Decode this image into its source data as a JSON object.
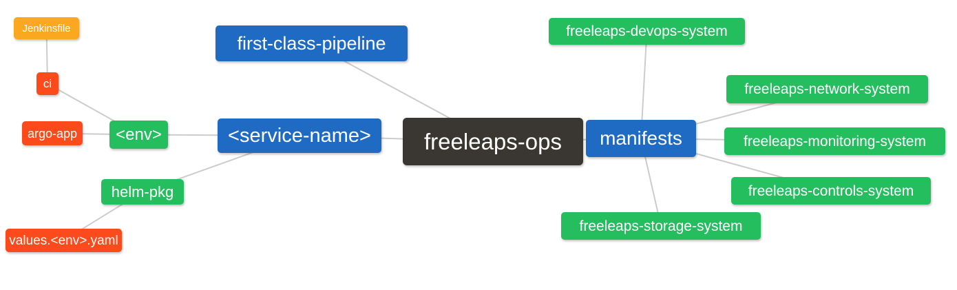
{
  "diagram": {
    "type": "mindmap",
    "root_label": "freeleaps-ops"
  },
  "colors": {
    "background": "#FFFFFF",
    "root": "#3A3631",
    "branch": "#1F6BC3",
    "leaf_green": "#25BE5F",
    "leaf_red": "#FB4A1C",
    "leaf_amber": "#FAA820",
    "edge": "#CCCCCC",
    "text": "#FFFFFF"
  },
  "nodes": [
    {
      "id": "jenkinsfile",
      "label": "Jenkinsfile",
      "role": "leaf-amber"
    },
    {
      "id": "ci",
      "label": "ci",
      "role": "leaf-red"
    },
    {
      "id": "argo-app",
      "label": "argo-app",
      "role": "leaf-red"
    },
    {
      "id": "env",
      "label": "<env>",
      "role": "leaf-green"
    },
    {
      "id": "helm-pkg",
      "label": "helm-pkg",
      "role": "leaf-green"
    },
    {
      "id": "values-env-yaml",
      "label": "values.<env>.yaml",
      "role": "leaf-red"
    },
    {
      "id": "first-class-pipeline",
      "label": "first-class-pipeline",
      "role": "branch"
    },
    {
      "id": "service-name",
      "label": "<service-name>",
      "role": "branch"
    },
    {
      "id": "freeleaps-ops",
      "label": "freeleaps-ops",
      "role": "root"
    },
    {
      "id": "manifests",
      "label": "manifests",
      "role": "branch"
    },
    {
      "id": "freeleaps-devops-system",
      "label": "freeleaps-devops-system",
      "role": "leaf-green"
    },
    {
      "id": "freeleaps-network-system",
      "label": "freeleaps-network-system",
      "role": "leaf-green"
    },
    {
      "id": "freeleaps-monitoring-system",
      "label": "freeleaps-monitoring-system",
      "role": "leaf-green"
    },
    {
      "id": "freeleaps-controls-system",
      "label": "freeleaps-controls-system",
      "role": "leaf-green"
    },
    {
      "id": "freeleaps-storage-system",
      "label": "freeleaps-storage-system",
      "role": "leaf-green"
    }
  ],
  "edges": [
    [
      "jenkinsfile",
      "ci"
    ],
    [
      "ci",
      "env"
    ],
    [
      "argo-app",
      "env"
    ],
    [
      "env",
      "service-name"
    ],
    [
      "helm-pkg",
      "service-name"
    ],
    [
      "values-env-yaml",
      "helm-pkg"
    ],
    [
      "first-class-pipeline",
      "freeleaps-ops"
    ],
    [
      "service-name",
      "freeleaps-ops"
    ],
    [
      "freeleaps-ops",
      "manifests"
    ],
    [
      "manifests",
      "freeleaps-devops-system"
    ],
    [
      "manifests",
      "freeleaps-network-system"
    ],
    [
      "manifests",
      "freeleaps-monitoring-system"
    ],
    [
      "manifests",
      "freeleaps-controls-system"
    ],
    [
      "manifests",
      "freeleaps-storage-system"
    ]
  ]
}
